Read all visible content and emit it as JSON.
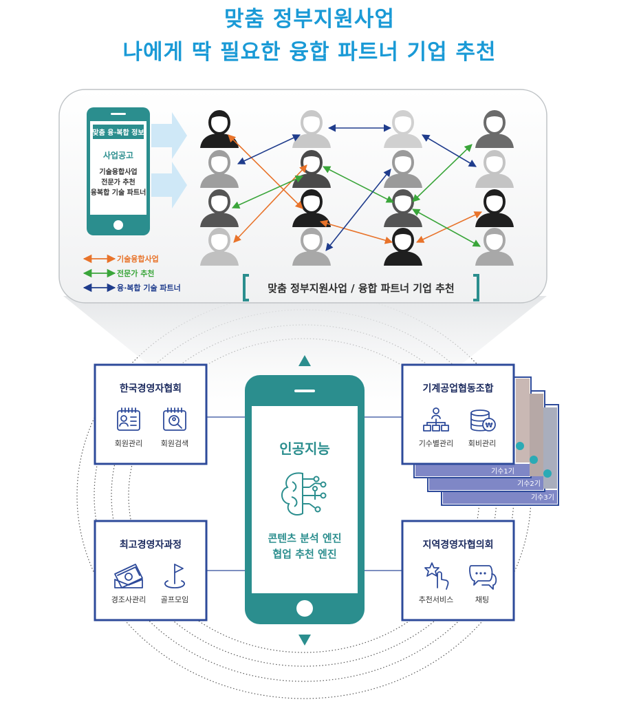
{
  "title_line1": "맞춤 정부지원사업",
  "title_line2": "나에게 딱 필요한 융합 파트너 기업 추천",
  "top_panel": {
    "phone_header": "맞춤 융·복합 정보",
    "phone_sub": "사업공고",
    "phone_items": [
      "기술융합사업",
      "전문가 추천",
      "융복합 기술 파트너"
    ],
    "banner": "맞춤 정부지원사업 / 융합 파트너 기업 추천",
    "legend": [
      {
        "label": "기술융합사업",
        "color": "#e8732a"
      },
      {
        "label": "전문가 추천",
        "color": "#3aa53a"
      },
      {
        "label": "융·복합 기술 파트너",
        "color": "#1f3c8c"
      }
    ]
  },
  "center_phone": {
    "title": "인공지능",
    "line1": "콘텐츠 분석 엔진",
    "line2": "협업 추천 엔진",
    "icon": "ai-brain-icon"
  },
  "boxes": [
    {
      "title": "한국경영자협회",
      "items": [
        {
          "icon": "member-card-icon",
          "label": "회원관리"
        },
        {
          "icon": "member-search-icon",
          "label": "회원검색"
        }
      ]
    },
    {
      "title": "기계공업협동조합",
      "items": [
        {
          "icon": "org-chart-icon",
          "label": "기수별관리"
        },
        {
          "icon": "fee-database-icon",
          "label": "회비관리"
        }
      ]
    },
    {
      "title": "최고경영자과정",
      "items": [
        {
          "icon": "envelope-money-icon",
          "label": "경조사관리"
        },
        {
          "icon": "golf-flag-icon",
          "label": "골프모임"
        }
      ]
    },
    {
      "title": "지역경영자협의회",
      "items": [
        {
          "icon": "touch-star-icon",
          "label": "추천서비스"
        },
        {
          "icon": "chat-bubble-icon",
          "label": "채팅"
        }
      ]
    }
  ],
  "cohorts": [
    "기수1기",
    "기수2기",
    "기수3기"
  ],
  "colors": {
    "accent": "#1a9ad6",
    "teal": "#2b8e8e",
    "navy": "#2d4a9a",
    "orange": "#e8732a",
    "green": "#3aa53a",
    "blue": "#1f3c8c"
  }
}
